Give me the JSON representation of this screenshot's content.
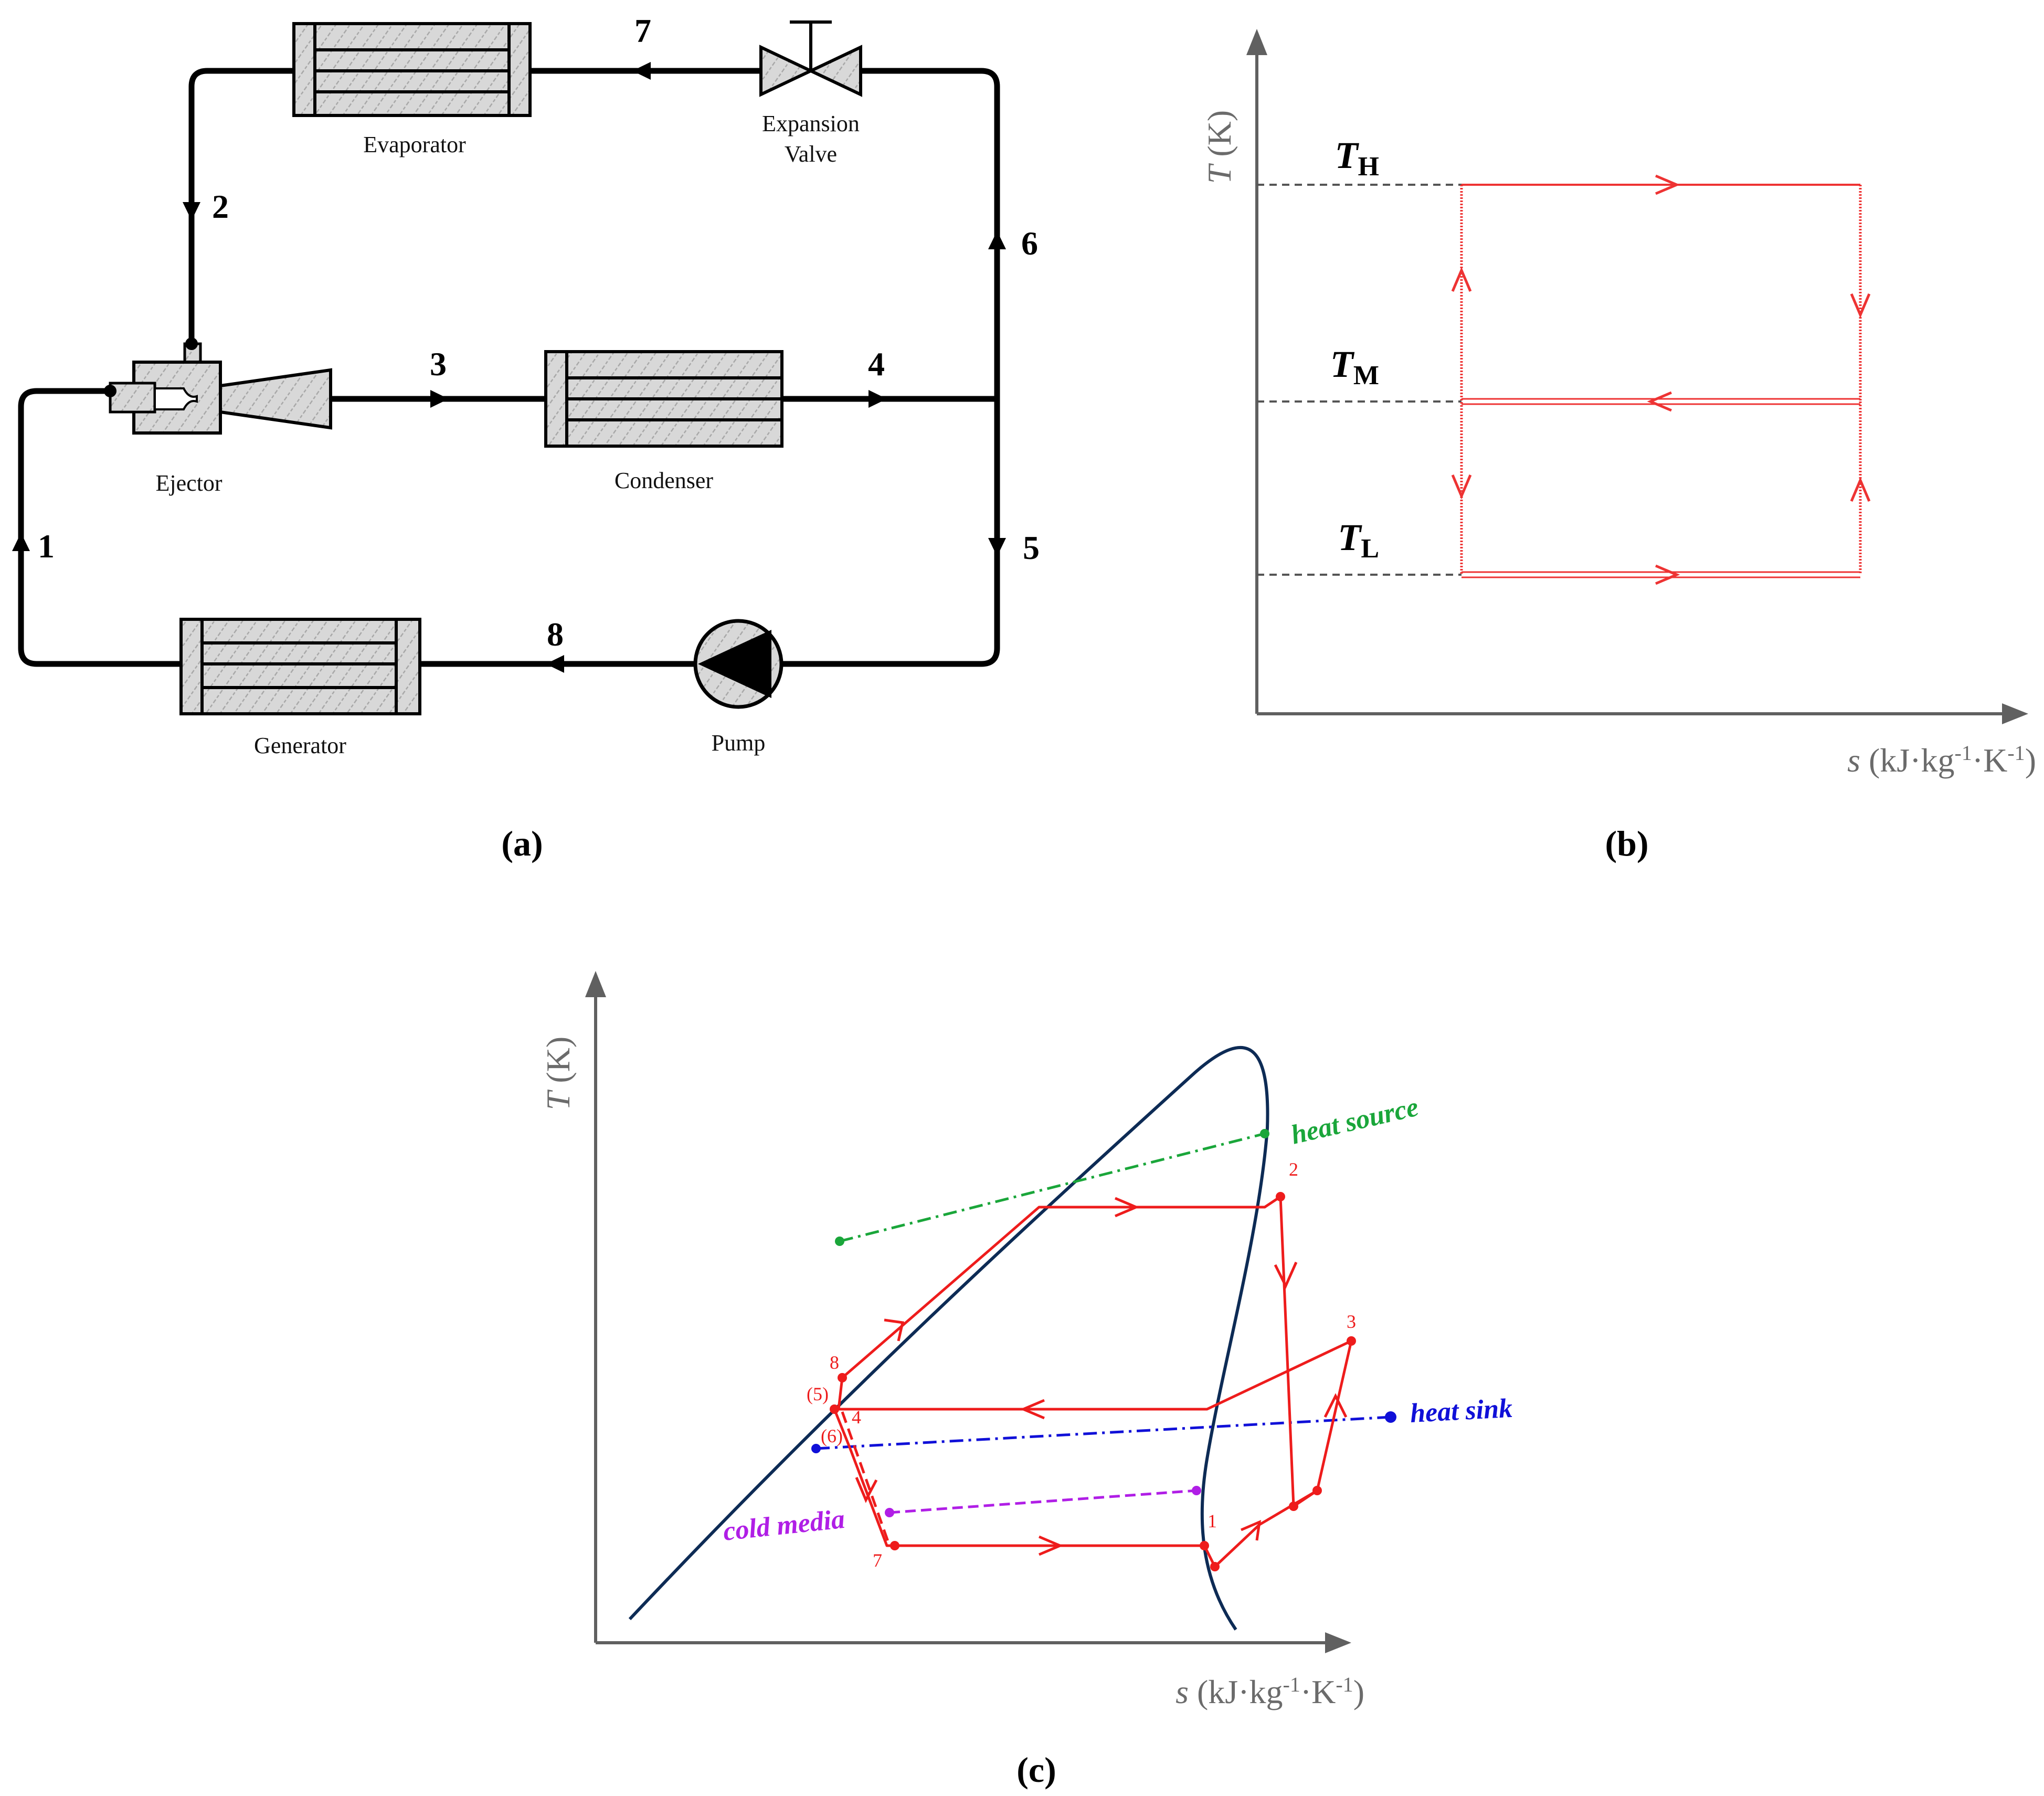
{
  "panel_a": {
    "label": "(a)",
    "components": {
      "evaporator": "Evaporator",
      "expansion_valve_line1": "Expansion",
      "expansion_valve_line2": "Valve",
      "ejector": "Ejector",
      "condenser": "Condenser",
      "generator": "Generator",
      "pump": "Pump"
    },
    "state_numbers": [
      "1",
      "2",
      "3",
      "4",
      "5",
      "6",
      "7",
      "8"
    ]
  },
  "panel_b": {
    "label": "(b)",
    "y_axis_var": "T",
    "y_axis_unit": " (K)",
    "x_axis_var": "s",
    "x_axis_unit_1": " (kJ·kg",
    "x_axis_exp_1": "-1",
    "x_axis_unit_2": "·K",
    "x_axis_exp_2": "-1",
    "x_axis_unit_3": ")",
    "levels": [
      {
        "symbol": "T",
        "sub": "H"
      },
      {
        "symbol": "T",
        "sub": "M"
      },
      {
        "symbol": "T",
        "sub": "L"
      }
    ]
  },
  "panel_c": {
    "label": "(c)",
    "y_axis_var": "T",
    "y_axis_unit": " (K)",
    "x_axis_var": "s",
    "x_axis_unit_1": " (kJ·kg",
    "x_axis_exp_1": "-1",
    "x_axis_unit_2": "·K",
    "x_axis_exp_2": "-1",
    "x_axis_unit_3": ")",
    "point_labels": [
      "1",
      "2",
      "3",
      "4",
      "(5)",
      "(6)",
      "7",
      "8"
    ],
    "media": {
      "heat_source": {
        "label": "heat source",
        "color": "#1aa63a"
      },
      "heat_sink": {
        "label": "heat sink",
        "color": "#1010d8"
      },
      "cold_media": {
        "label": "cold media",
        "color": "#b01ee6"
      }
    },
    "colors": {
      "cycle": "#ee1c1c",
      "dome": "#0d2b55"
    }
  }
}
